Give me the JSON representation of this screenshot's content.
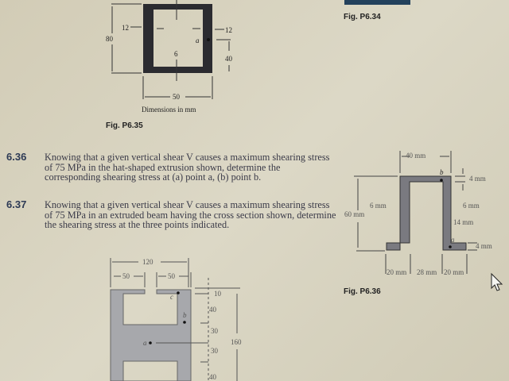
{
  "fig_p6_34": {
    "label": "Fig. P6.34"
  },
  "fig_p6_35": {
    "label": "Fig. P6.35",
    "caption": "Dimensions in mm",
    "dims": {
      "left_wall": "12",
      "height": "80",
      "right_wall": "12",
      "point": "a",
      "bottom": "6",
      "a_height": "40",
      "width": "50"
    }
  },
  "problems": [
    {
      "number": "6.36",
      "text": "Knowing that a given vertical shear V causes a maximum shearing stress of 75 MPa in the hat-shaped extrusion shown, determine the corresponding shearing stress at (a) point a, (b) point b."
    },
    {
      "number": "6.37",
      "text": "Knowing that a given vertical shear V causes a maximum shearing stress of 75 MPa in an extruded beam having the cross section shown, determine the shearing stress at the three points indicated."
    }
  ],
  "fig_p6_36": {
    "label": "Fig. P6.36",
    "dims": {
      "top_width": "40 mm",
      "top_thick": "4 mm",
      "left_wall": "6 mm",
      "right_wall": "6 mm",
      "height": "60 mm",
      "flange": "14 mm",
      "flange_thick": "4 mm",
      "bottom_left": "20 mm",
      "bottom_mid": "28 mm",
      "bottom_right": "20 mm",
      "point_a": "a",
      "point_b": "b"
    }
  },
  "fig_p6_37": {
    "dims": {
      "width": "120",
      "left_top": "50",
      "right_top": "50",
      "d1": "10",
      "d2": "40",
      "d3": "30",
      "d4": "30",
      "total": "160",
      "d5": "40",
      "point_a": "a",
      "point_b": "b",
      "point_c": "c"
    }
  }
}
